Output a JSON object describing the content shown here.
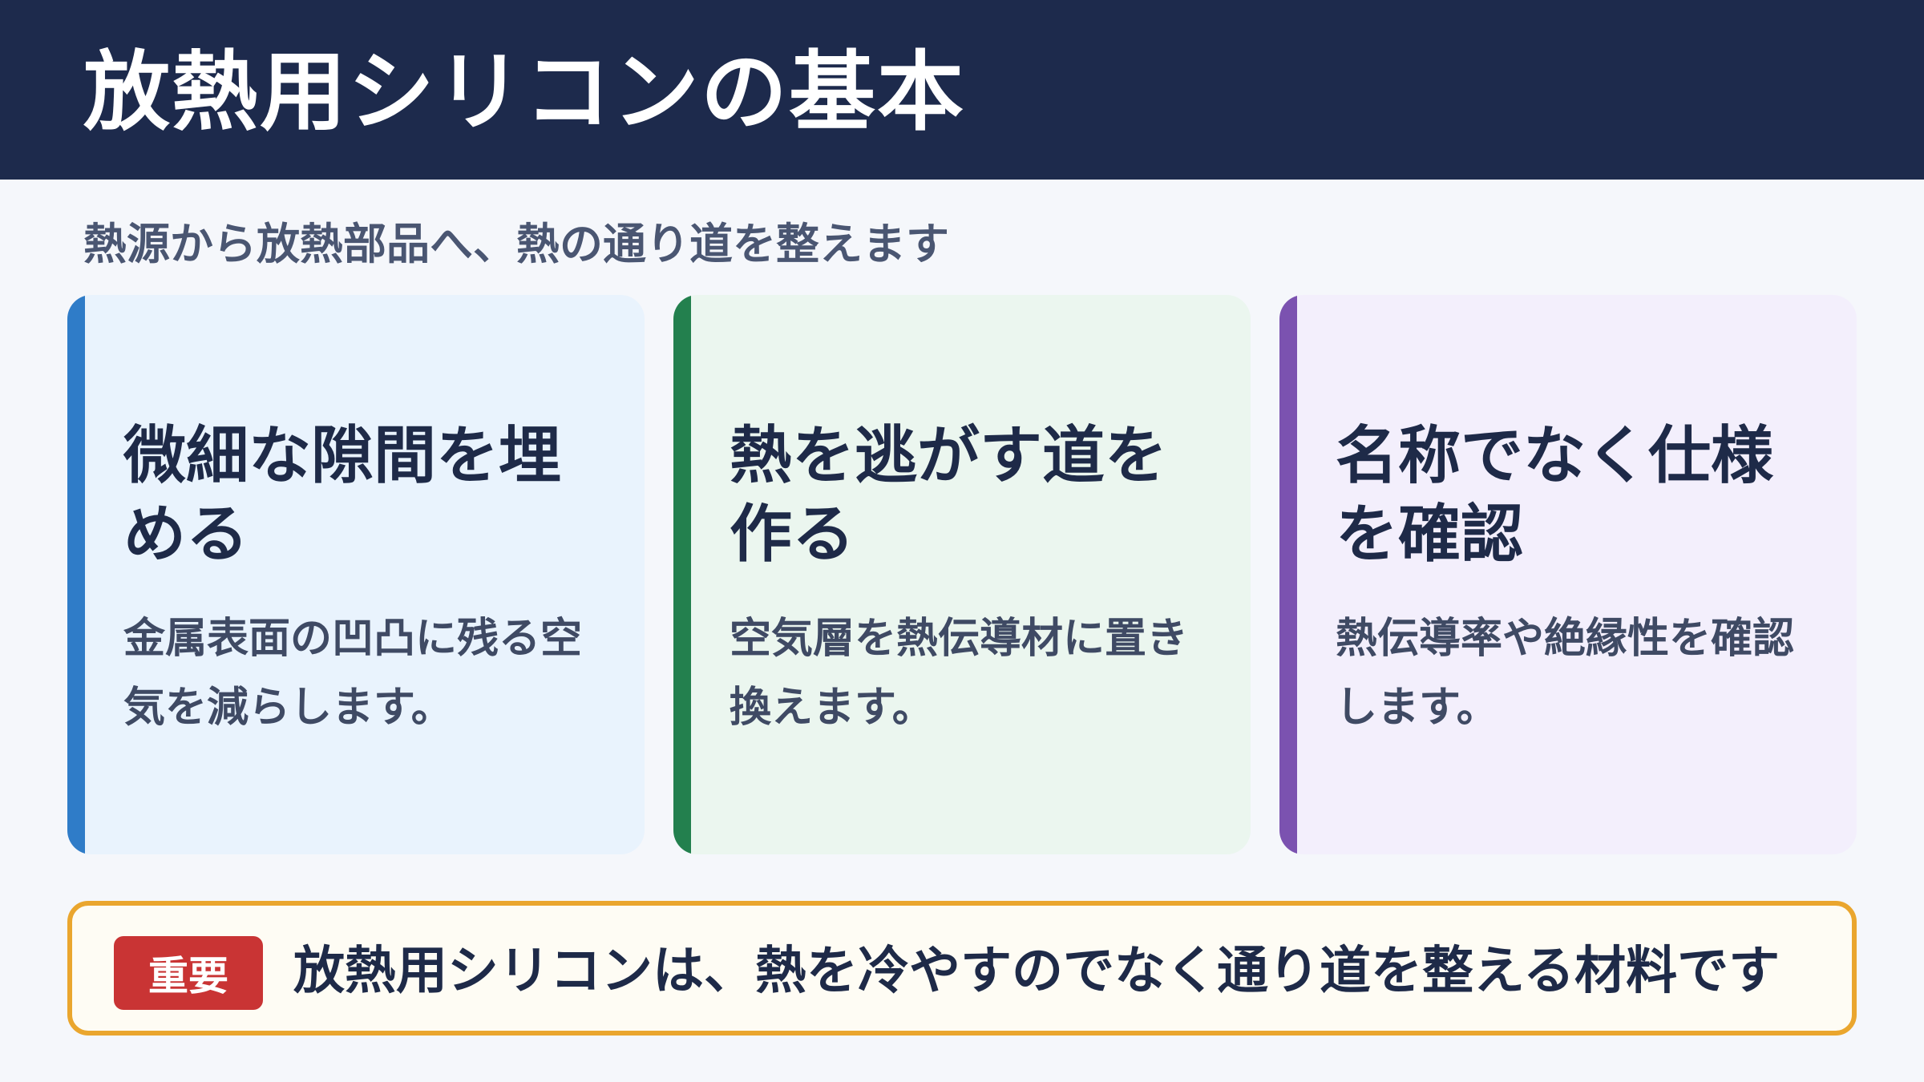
{
  "header": {
    "title": "放熱用シリコンの基本"
  },
  "subtitle": "熱源から放熱部品へ、熱の通り道を整えます",
  "cards": [
    {
      "title": "微細な隙間を埋める",
      "text": "金属表面の凹凸に残る空気を減らします。",
      "accent_color": "#2f7cc8"
    },
    {
      "title": "熱を逃がす道を作る",
      "text": "空気層を熱伝導材に置き換えます。",
      "accent_color": "#23804e"
    },
    {
      "title": "名称でなく仕様を確認",
      "text": "熱伝導率や絶縁性を確認します。",
      "accent_color": "#7b52b0"
    }
  ],
  "callout": {
    "badge": "重要",
    "text": "放熱用シリコンは、熱を冷やすのでなく通り道を整える材料です",
    "border_color": "#eaa62e",
    "badge_color": "#c93434"
  },
  "colors": {
    "header_bg": "#1d2a4c",
    "page_bg": "#f5f7fb"
  }
}
